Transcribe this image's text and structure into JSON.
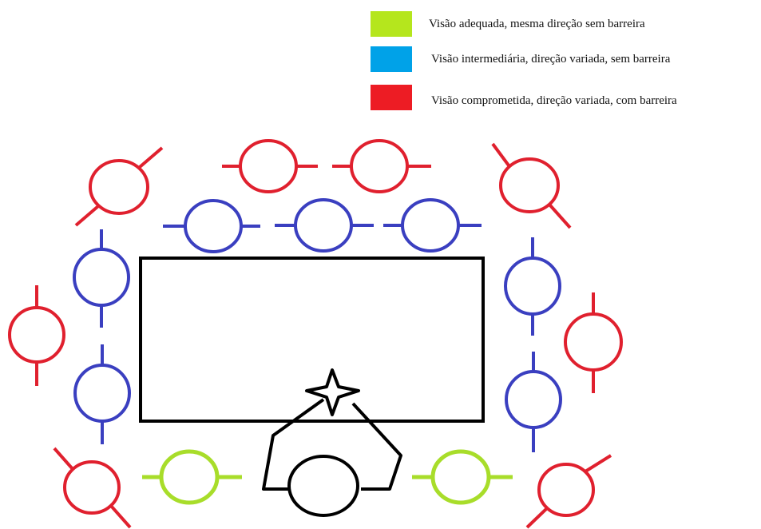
{
  "legend": {
    "items": [
      {
        "label": "Visão adequada, mesma direção sem barreira",
        "color": "#b5e61d"
      },
      {
        "label": "Visão intermediária, direção variada, sem barreira",
        "color": "#00a2e8"
      },
      {
        "label": "Visão comprometida, direção variada, com barreira",
        "color": "#ed1c24"
      }
    ]
  },
  "colors": {
    "adequate": "#a8dd2a",
    "intermediate": "#3a3fc0",
    "compromised": "#e0202e",
    "structure": "#000000"
  }
}
